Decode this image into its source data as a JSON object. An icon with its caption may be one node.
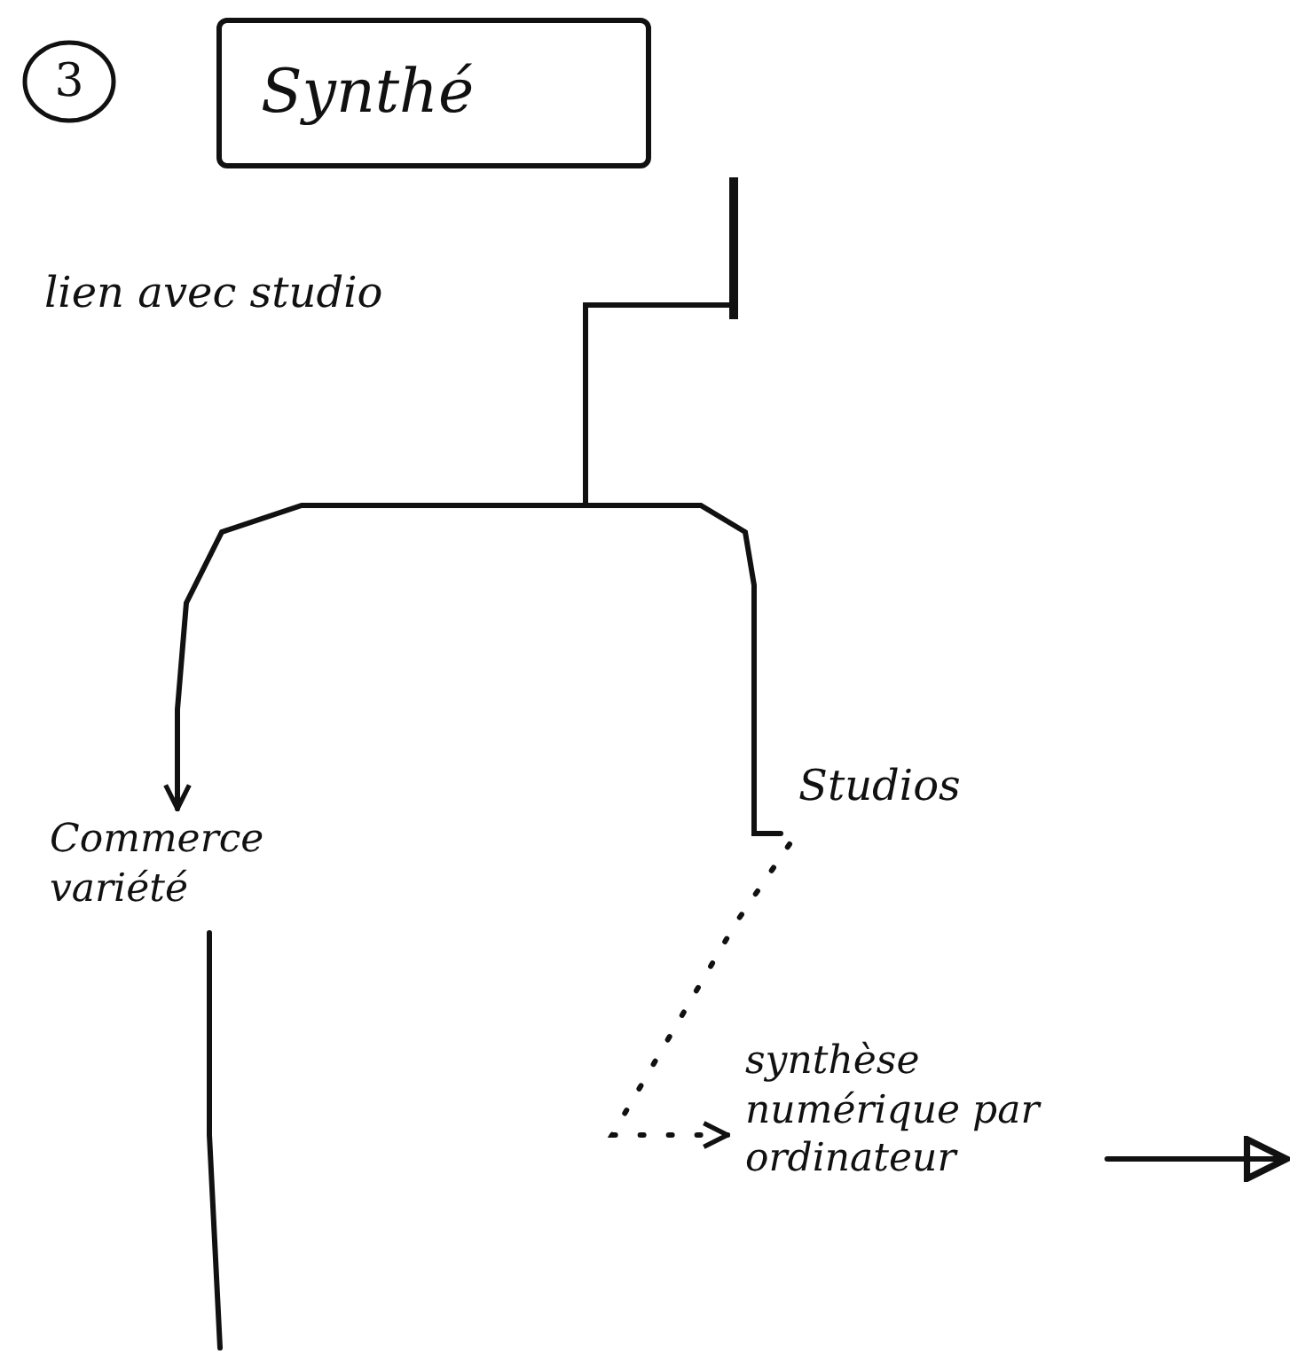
{
  "diagram": {
    "nodes": [
      {
        "text": [
          "3"
        ]
      },
      {
        "text": [
          "Synthé"
        ]
      },
      {
        "text": [],
        "shape": "bar"
      },
      {
        "text": [
          "Commerce variété"
        ]
      },
      {
        "text": [
          "Studios"
        ]
      },
      {
        "text": [
          "synthèse numérique par ordinateur"
        ]
      }
    ],
    "edges": [
      {
        "from": 2,
        "to": 3,
        "arrow": "to"
      },
      {
        "from": 2,
        "to": 4,
        "arrow": "none"
      },
      {
        "from": 4,
        "to": 5,
        "arrow": "to",
        "style": "dashed"
      },
      {
        "from": 3,
        "to": null,
        "arrow": "none"
      },
      {
        "from": 5,
        "to": null,
        "arrow": "to"
      }
    ],
    "labels": [
      "lien avec studio"
    ]
  }
}
